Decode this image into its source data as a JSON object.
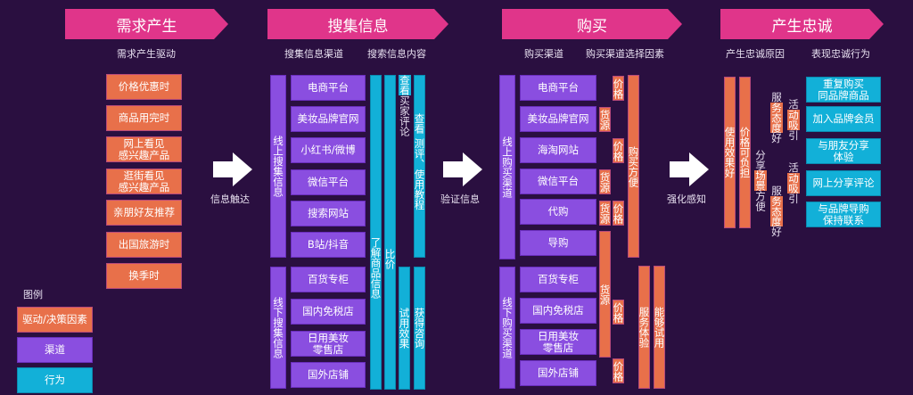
{
  "stages": [
    {
      "title": "需求产生"
    },
    {
      "title": "搜集信息"
    },
    {
      "title": "购买"
    },
    {
      "title": "产生忠诚"
    }
  ],
  "demand": {
    "subtitle": "需求产生驱动",
    "items": [
      "价格优惠时",
      "商品用完时",
      "网上看见\n感兴趣产品",
      "逛街看见\n感兴趣产品",
      "亲朋好友推荐",
      "出国旅游时",
      "换季时"
    ]
  },
  "arrows": [
    "信息触达",
    "验证信息",
    "强化感知"
  ],
  "search": {
    "subtitle_channels": "搜集信息渠道",
    "subtitle_content": "搜索信息内容",
    "online_label": "线上搜集信息",
    "offline_label": "线下搜集信息",
    "online_channels": [
      "电商平台",
      "美妆品牌官网",
      "小红书/微博",
      "微信平台",
      "搜索网站",
      "B站/抖音"
    ],
    "offline_channels": [
      "百货专柜",
      "国内免税店",
      "日用美妆\n零售店",
      "国外店铺"
    ],
    "content": {
      "understand": "了解商品信息",
      "compare": "比价",
      "buyer_reviews_hl": "查看",
      "buyer_reviews_rest": "买家评论",
      "reviews_tutorials_hl": "查看",
      "reviews_tutorials_rest": "测评、使用教程",
      "trial": "试用效果",
      "consult": "获得咨询"
    }
  },
  "purchase": {
    "subtitle_channels": "购买渠道",
    "subtitle_factors": "购买渠道选择因素",
    "online_label": "线上购买渠道",
    "offline_label": "线下购买渠道",
    "online_channels": [
      "电商平台",
      "美妆品牌官网",
      "海淘网站",
      "微信平台",
      "代购",
      "导购"
    ],
    "offline_channels": [
      "百货专柜",
      "国内免税店",
      "日用美妆\n零售店",
      "国外店铺"
    ],
    "factors": {
      "price": "价格",
      "source": "货源",
      "convenient": "购买方便",
      "service": "服务体验",
      "trial": "能够试用"
    }
  },
  "loyalty": {
    "subtitle_reasons": "产生忠诚原因",
    "subtitle_behaviors": "表现忠诚行为",
    "reasons": {
      "effect": "使用效果好",
      "affordable": "价格可负担",
      "scene_pre": "分享",
      "scene_hl": "场景",
      "scene_post": "方便",
      "service_pre": "服",
      "service_hl": "务态度",
      "service_post": "好",
      "activity_pre": "活",
      "activity_hl": "动吸",
      "activity_post": "引"
    },
    "behaviors": [
      "重复购买\n同品牌商品",
      "加入品牌会员",
      "与朋友分享\n体验",
      "网上分享评论",
      "与品牌导购\n保持联系"
    ]
  },
  "legend": {
    "title": "图例",
    "items": [
      {
        "label": "驱动/决策因素",
        "color": "#e8704a"
      },
      {
        "label": "渠道",
        "color": "#8a4ee0"
      },
      {
        "label": "行为",
        "color": "#12b0d8"
      }
    ]
  },
  "colors": {
    "background": "#2a0f40",
    "banner": "#e0358a",
    "factor": "#e8704a",
    "channel": "#8a4ee0",
    "behavior": "#12b0d8"
  }
}
